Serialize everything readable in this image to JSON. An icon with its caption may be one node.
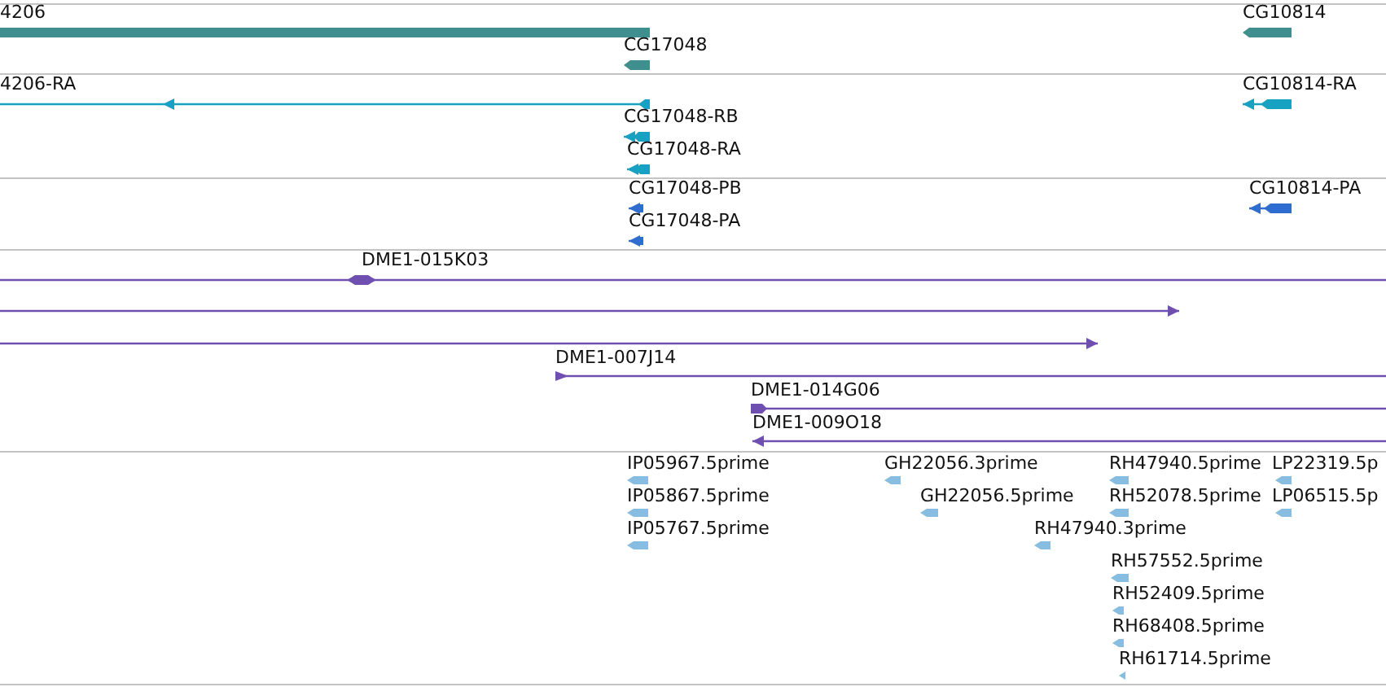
{
  "diagram": {
    "labels": [
      "4206",
      "CG10814",
      "CG17048",
      "4206-RA",
      "CG10814-RA",
      "CG17048-RB",
      "CG17048-RA",
      "CG17048-PB",
      "CG10814-PA",
      "CG17048-PA",
      "DME1-015K03",
      "DME1-007J14",
      "DME1-014G06",
      "DME1-009O18",
      "IP05967.5prime",
      "GH22056.3prime",
      "RH47940.5prime",
      "LP22319.5p",
      "IP05867.5prime",
      "GH22056.5prime",
      "RH52078.5prime",
      "LP06515.5p",
      "IP05767.5prime",
      "RH47940.3prime",
      "RH57552.5prime",
      "RH52409.5prime",
      "RH68408.5prime",
      "RH61714.5prime"
    ]
  }
}
